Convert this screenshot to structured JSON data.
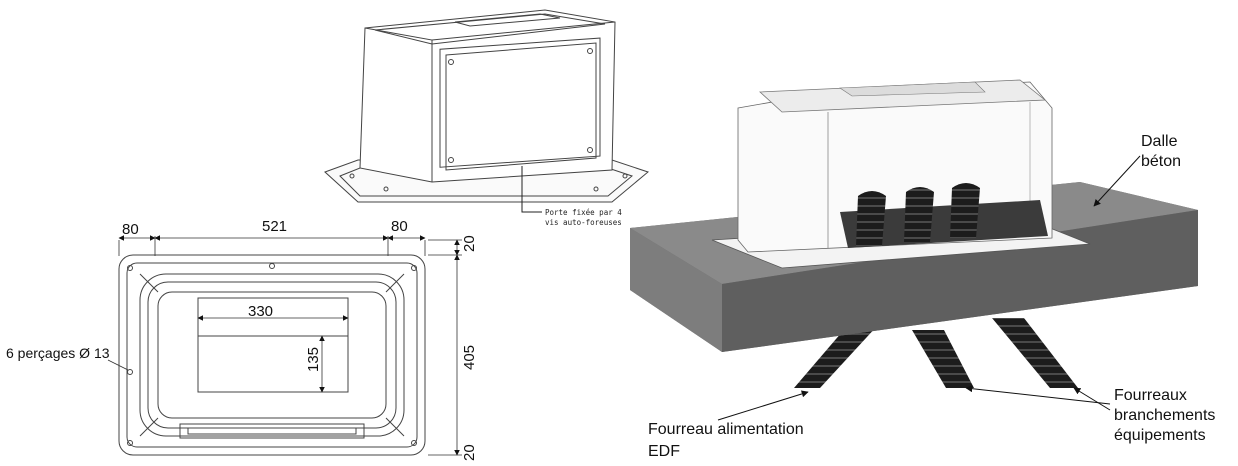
{
  "dimensions": {
    "left_margin": "80",
    "width": "521",
    "right_margin": "80",
    "top_offset": "20",
    "opening_width": "330",
    "opening_height": "135",
    "depth": "405",
    "bottom_offset": "20"
  },
  "annotations": {
    "drillings": "6 perçages Ø 13",
    "door_note_line1": "Porte fixée par 4",
    "door_note_line2": "vis auto-foreuses"
  },
  "labels": {
    "slab_line1": "Dalle",
    "slab_line2": "béton",
    "power_conduit_line1": "Fourreau alimentation",
    "power_conduit_line2": "EDF",
    "equip_conduits_line1": "Fourreaux",
    "equip_conduits_line2": "branchements",
    "equip_conduits_line3": "équipements"
  },
  "colors": {
    "slab": "#7b7b7b",
    "conduit": "#1e1e1e",
    "line": "#333333"
  }
}
